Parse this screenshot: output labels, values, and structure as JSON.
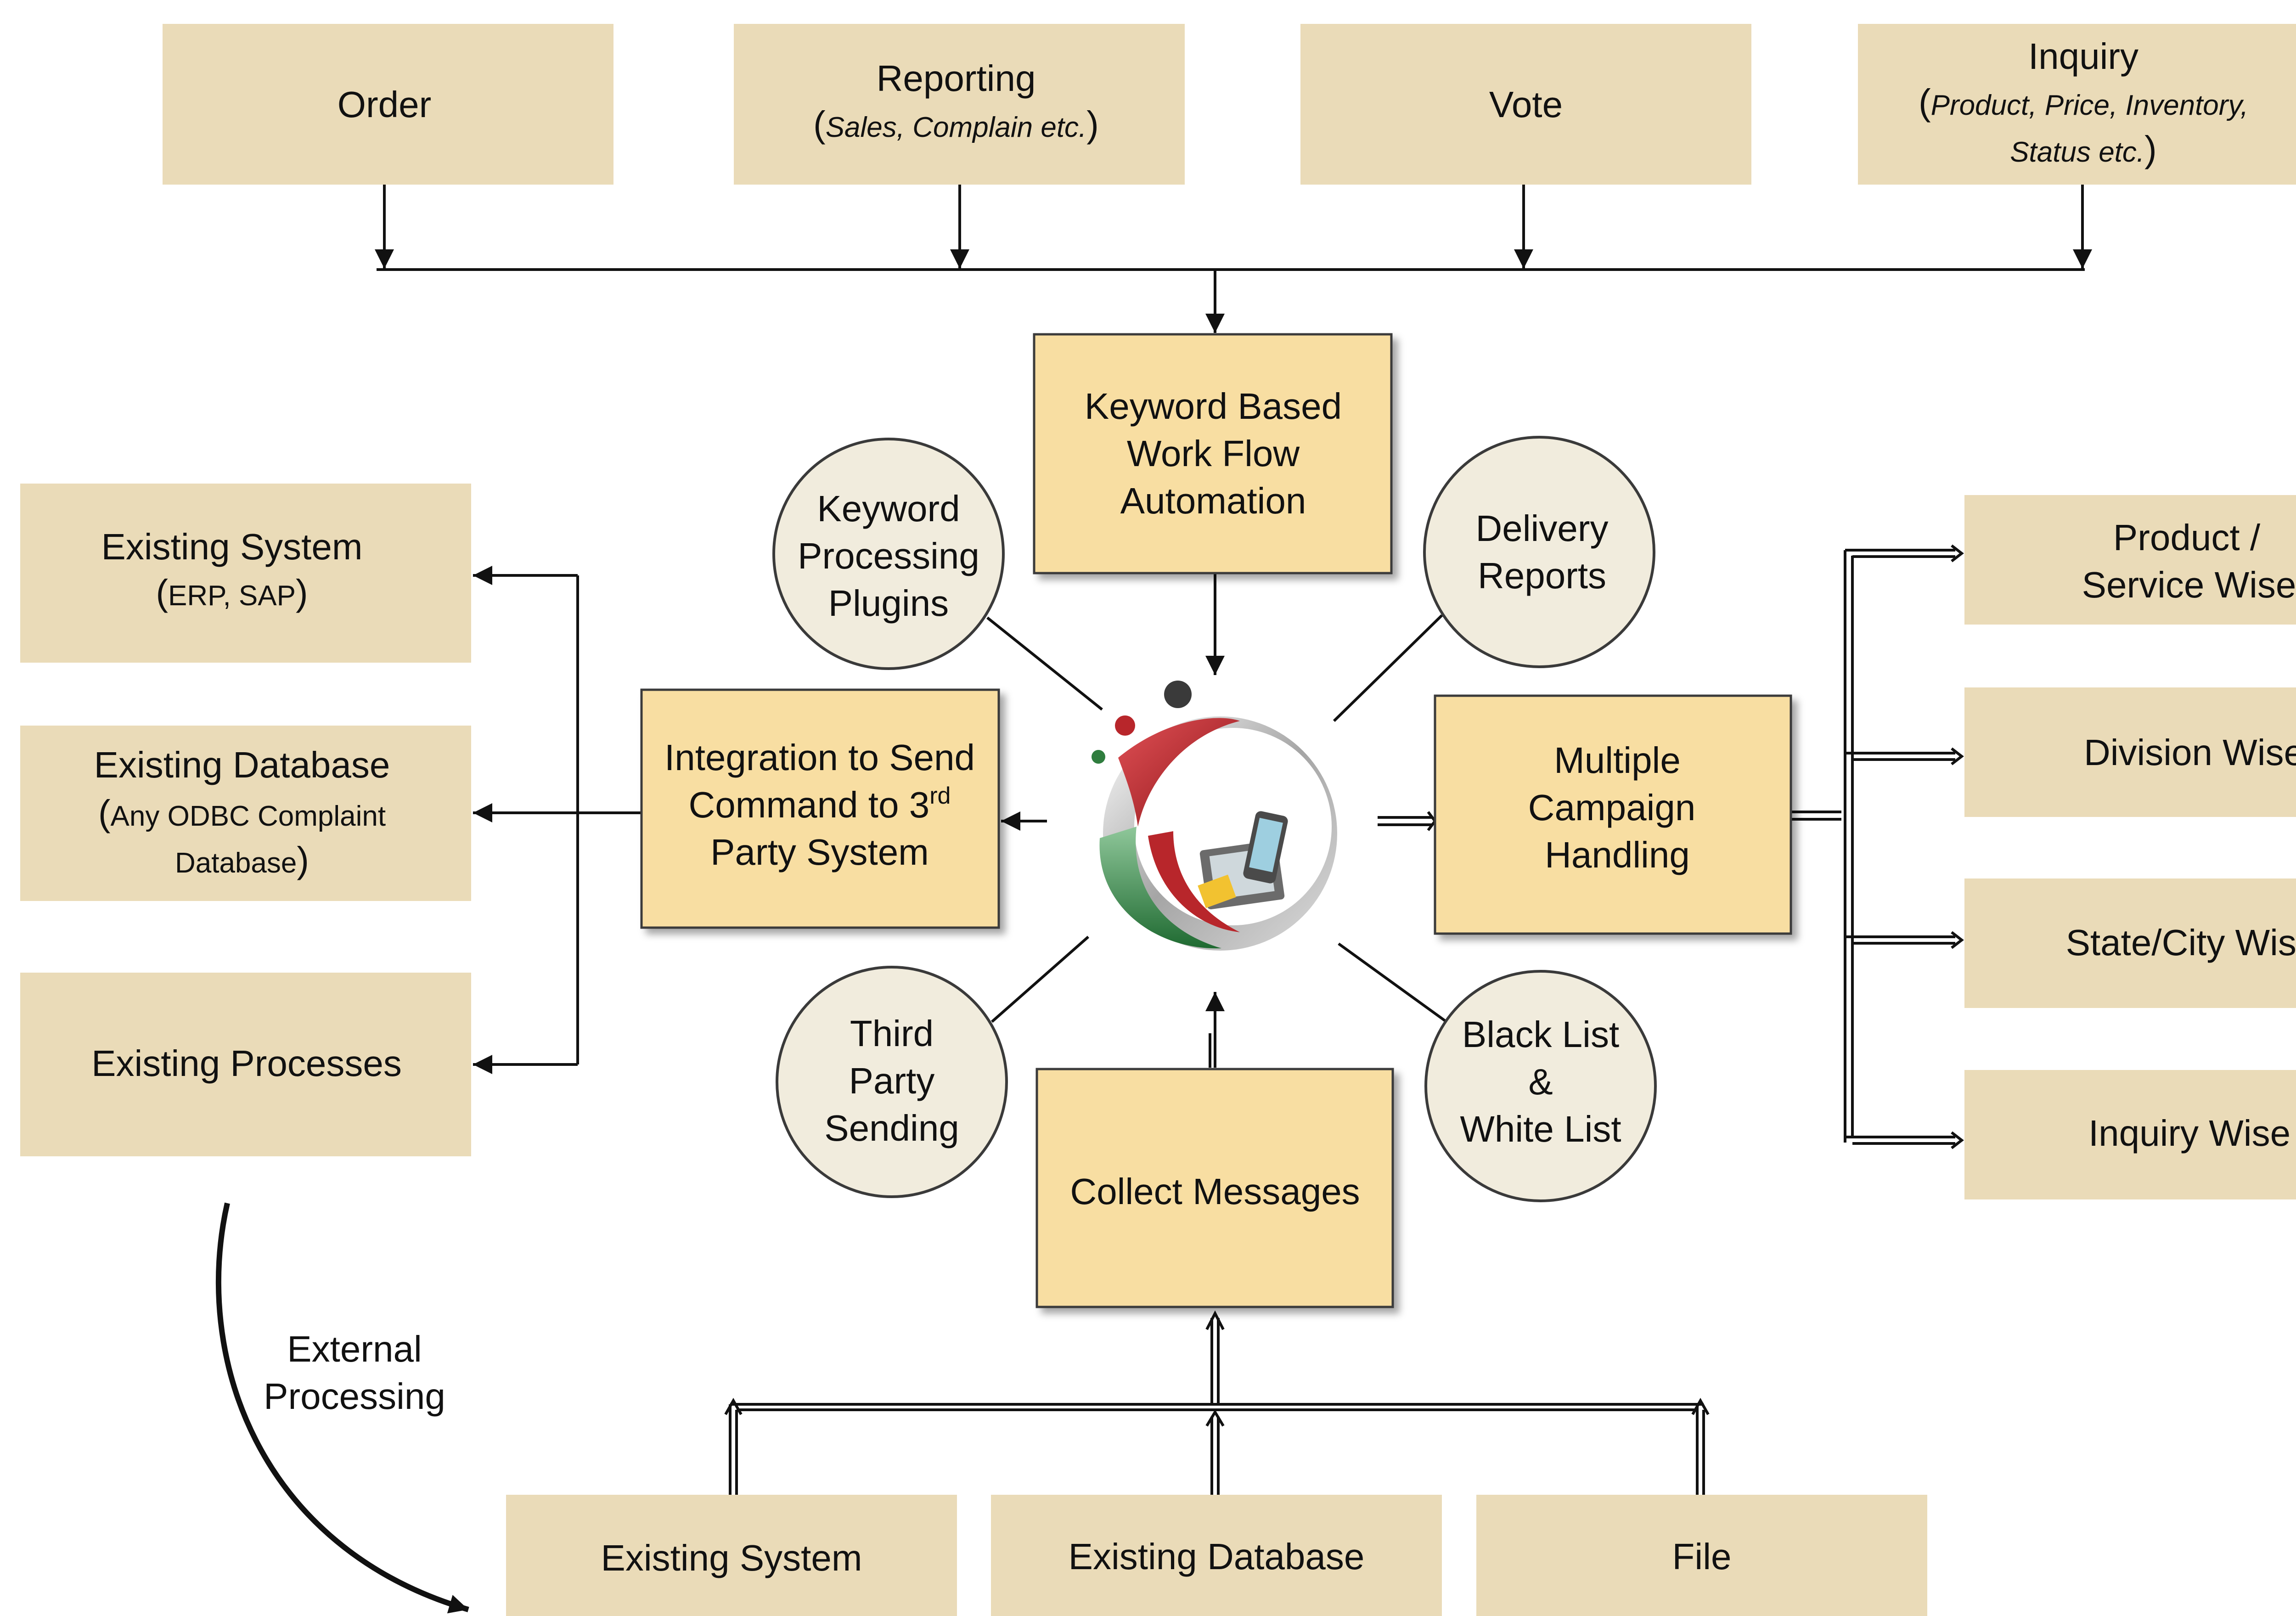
{
  "top_inputs": {
    "order": "Order",
    "reporting": "Reporting",
    "reporting_sub": "Sales, Complain etc.",
    "vote": "Vote",
    "inquiry": "Inquiry",
    "inquiry_sub_1": "Product, Price, Inventory,",
    "inquiry_sub_2": "Status etc."
  },
  "center": {
    "workflow_1": "Keyword Based",
    "workflow_2": "Work Flow",
    "workflow_3": "Automation",
    "integration_1": "Integration to Send",
    "integration_2": "Command to 3",
    "integration_sup": "rd",
    "integration_3": "Party System",
    "campaign_1": "Multiple",
    "campaign_2": "Campaign",
    "campaign_3": "Handling",
    "collect": "Collect Messages"
  },
  "circles": {
    "plugins_1": "Keyword",
    "plugins_2": "Processing",
    "plugins_3": "Plugins",
    "delivery_1": "Delivery",
    "delivery_2": "Reports",
    "third_1": "Third",
    "third_2": "Party",
    "third_3": "Sending",
    "blacklist_1": "Black List",
    "blacklist_2": "&",
    "blacklist_3": "White List"
  },
  "left_outputs": {
    "system": "Existing System",
    "system_sub": "ERP, SAP",
    "database": "Existing Database",
    "database_sub_1": "Any ODBC Complaint",
    "database_sub_2": "Database",
    "processes": "Existing Processes"
  },
  "right_outputs": {
    "product_1": "Product /",
    "product_2": "Service Wise",
    "division": "Division Wise",
    "state": "State/City Wise",
    "inquiry": "Inquiry Wise"
  },
  "bottom_sources": {
    "system": "Existing System",
    "database": "Existing Database",
    "file": "File"
  },
  "external": {
    "line_1": "External",
    "line_2": "Processing"
  },
  "colors": {
    "tan_box": "#eadbb8",
    "yellow_box": "#f8dea2",
    "circle_fill": "#f1ecdd",
    "logo_red": "#b8262b",
    "logo_green": "#2f7d3e"
  }
}
